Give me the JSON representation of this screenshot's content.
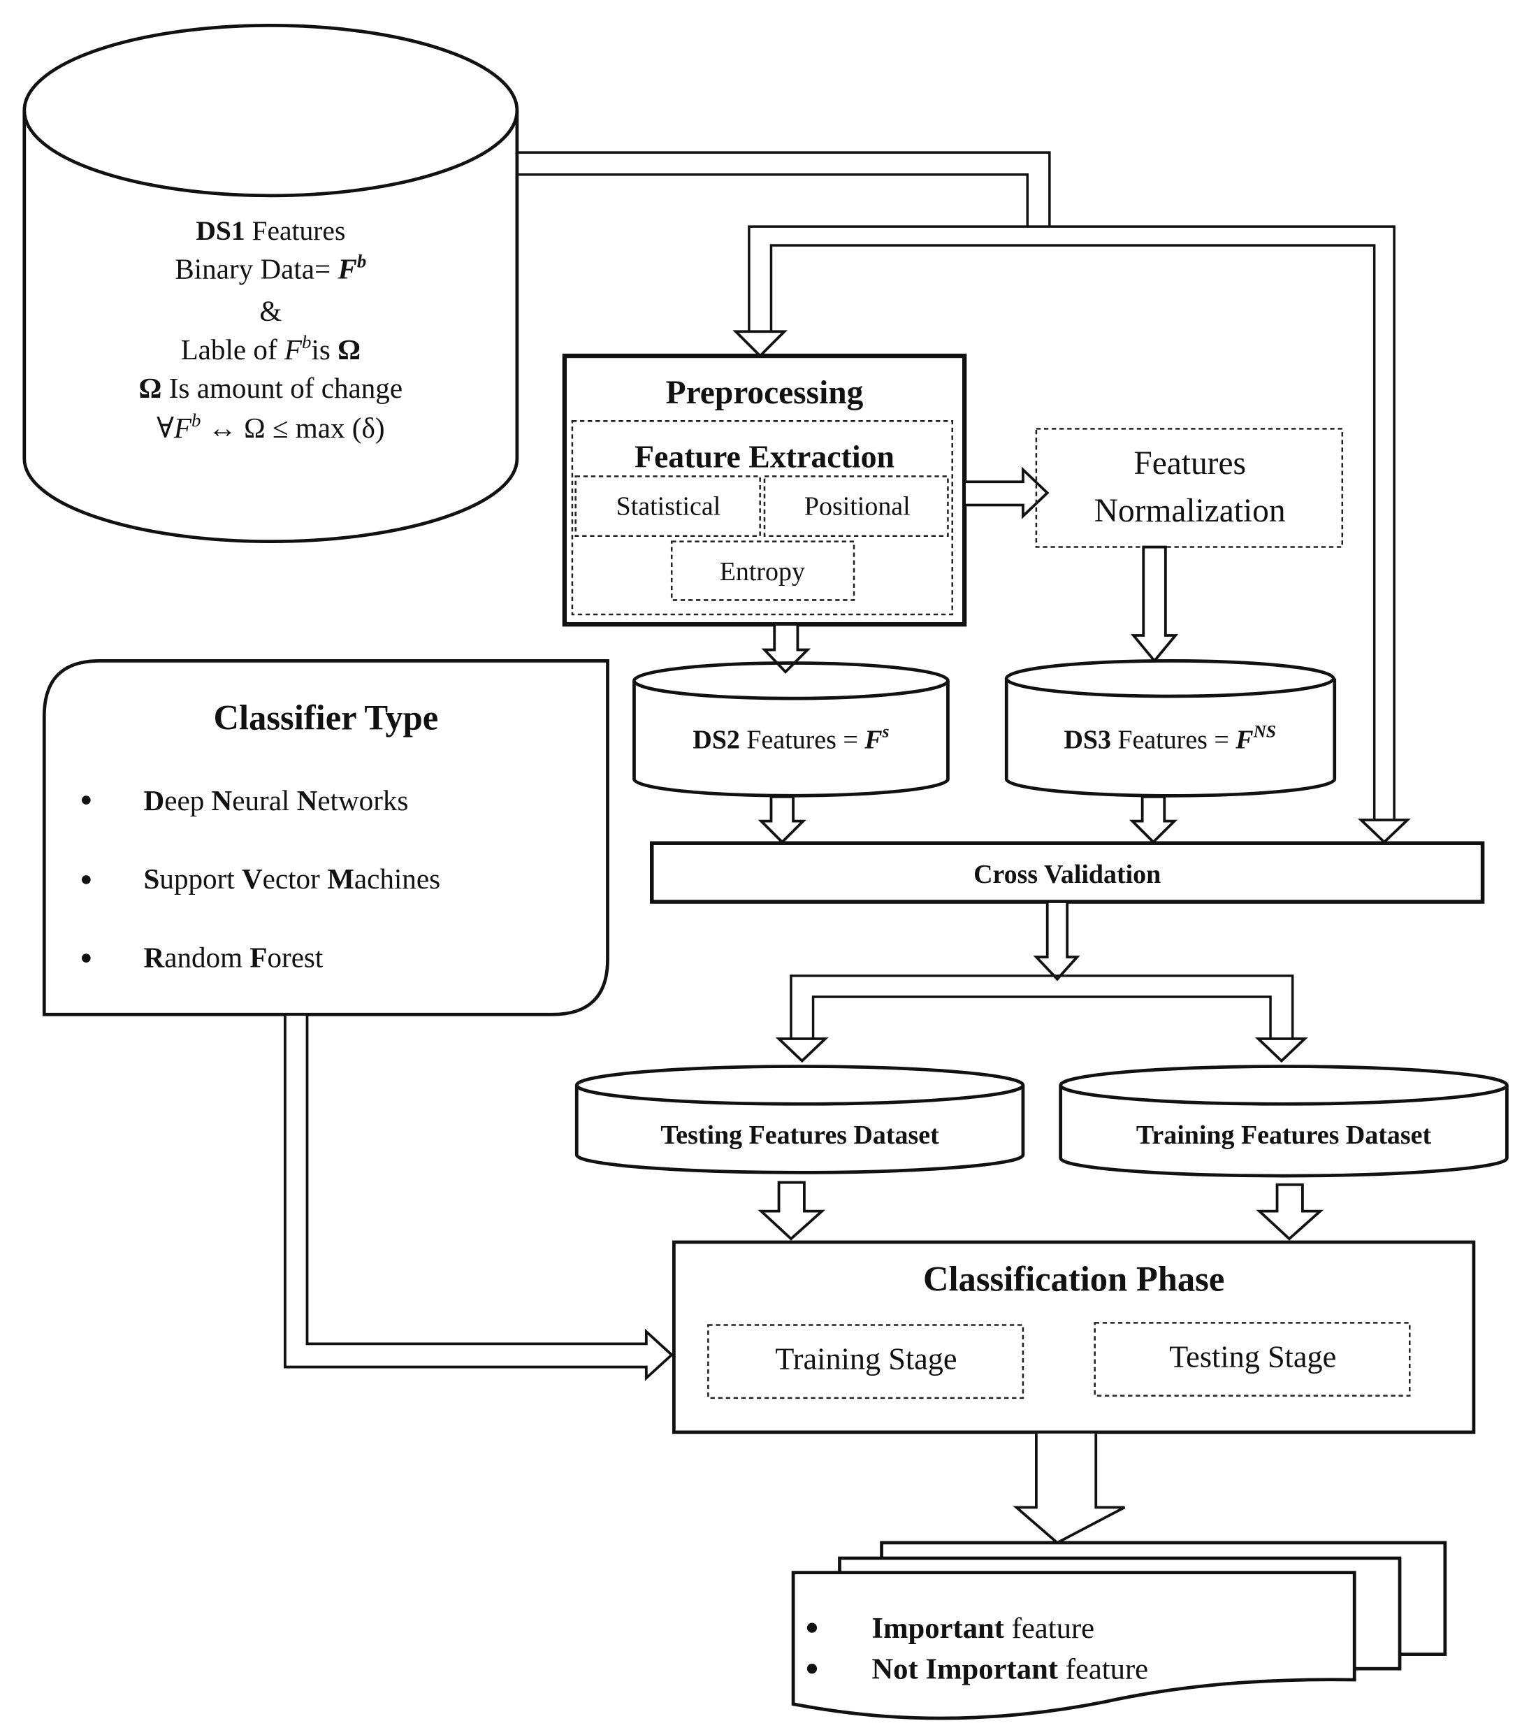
{
  "ds1": {
    "title_bold": "DS1",
    "title_rest": " Features",
    "line2": "Binary Data= ",
    "line2_symbol": "F",
    "line2_sup": "b",
    "line3": "&",
    "line4_a": "Lable of ",
    "line4_sym": "F",
    "line4_sup": "b",
    "line4_b": "is ",
    "line4_omega": "Ω",
    "line5_omega": "Ω",
    "line5_rest": " Is amount of change",
    "line6_a": "∀F",
    "line6_sup": "b",
    "line6_b": " ↔ Ω ≤ max (δ)"
  },
  "preprocessing": {
    "title": "Preprocessing",
    "feature_extraction": "Feature Extraction",
    "statistical": "Statistical",
    "positional": "Positional",
    "entropy": "Entropy"
  },
  "normalization": {
    "line1": "Features",
    "line2": "Normalization"
  },
  "ds2": {
    "bold": "DS2",
    "rest": " Features = ",
    "sym": "F",
    "sup": "s"
  },
  "ds3": {
    "bold": "DS3",
    "rest": " Features = ",
    "sym": "F",
    "sup": "NS"
  },
  "cross_validation": "Cross Validation",
  "classifier": {
    "title": "Classifier Type",
    "items": [
      {
        "parts": [
          [
            "D",
            true
          ],
          [
            "eep ",
            false
          ],
          [
            "N",
            true
          ],
          [
            "eural ",
            false
          ],
          [
            "N",
            true
          ],
          [
            "etworks",
            false
          ]
        ]
      },
      {
        "parts": [
          [
            "S",
            true
          ],
          [
            "upport ",
            false
          ],
          [
            "V",
            true
          ],
          [
            "ector ",
            false
          ],
          [
            "M",
            true
          ],
          [
            "achines",
            false
          ]
        ]
      },
      {
        "parts": [
          [
            "R",
            true
          ],
          [
            "andom ",
            false
          ],
          [
            "F",
            true
          ],
          [
            "orest",
            false
          ]
        ]
      }
    ],
    "item_text": [
      "Deep Neural Networks",
      "Support Vector Machines",
      "Random Forest"
    ]
  },
  "testing_dataset": "Testing Features Dataset",
  "training_dataset": "Training Features Dataset",
  "classification": {
    "title": "Classification Phase",
    "training_stage": "Training Stage",
    "testing_stage": "Testing Stage"
  },
  "output": {
    "item1_bold": "Important",
    "item1_rest": " feature",
    "item2_bold": "Not Important",
    "item2_rest": " feature"
  }
}
